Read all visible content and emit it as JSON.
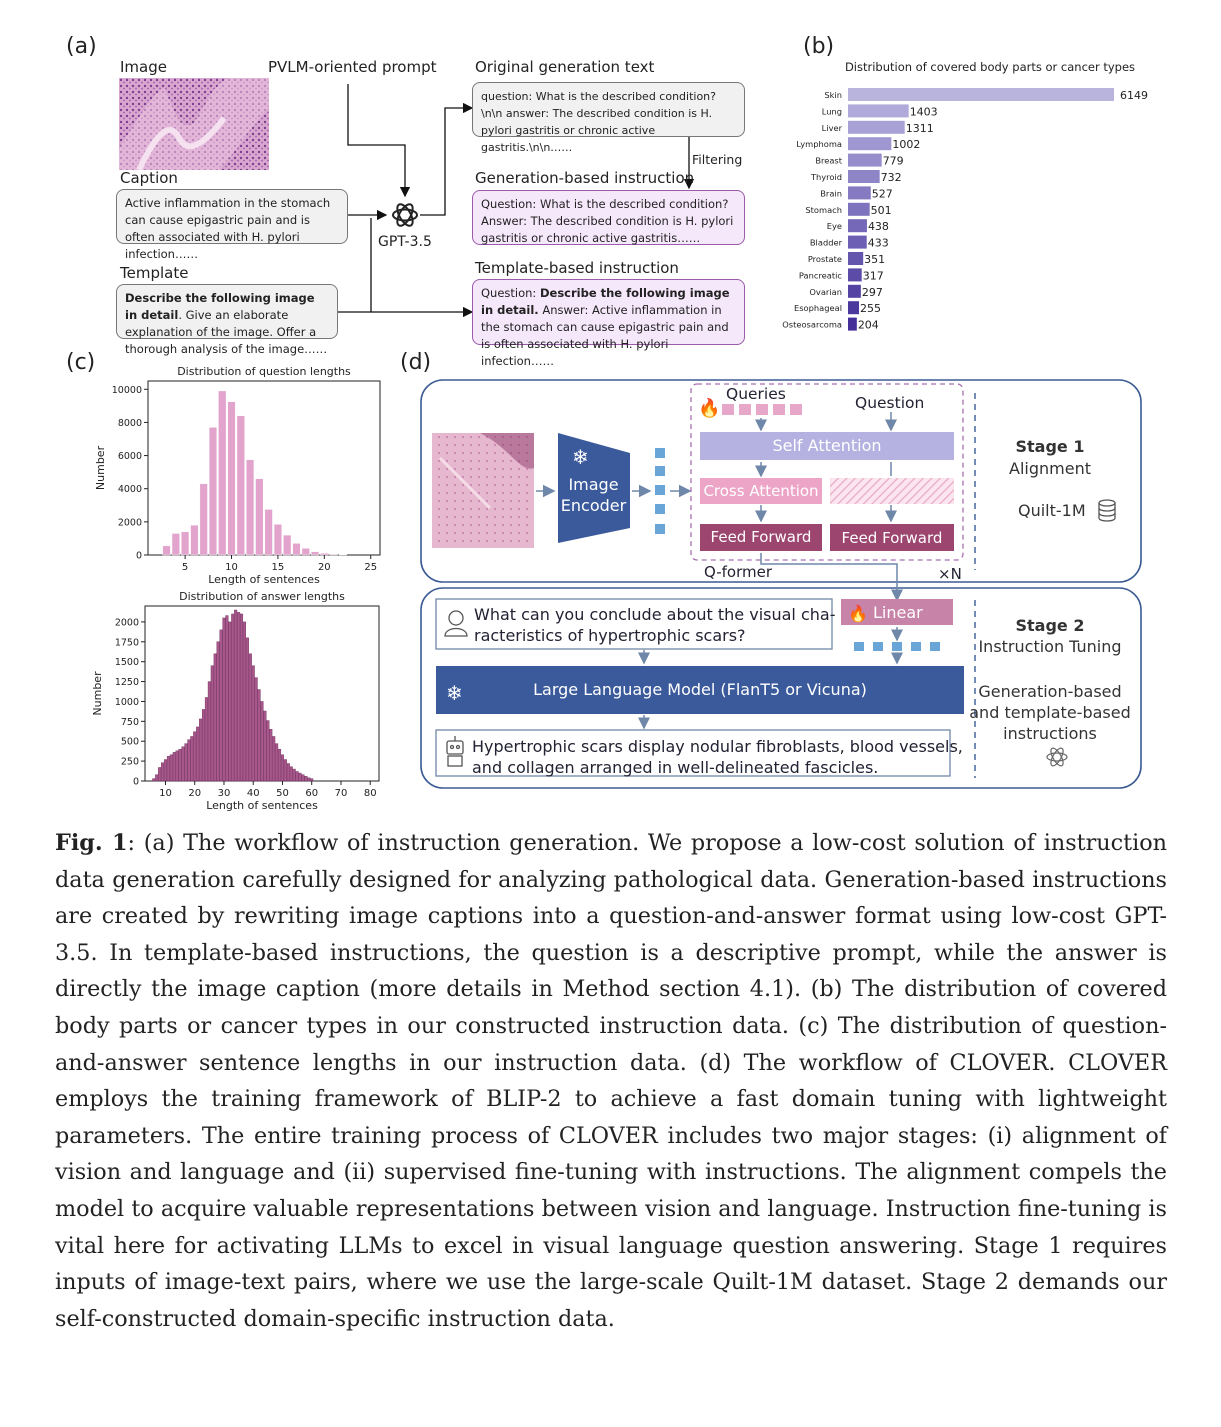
{
  "panel_a": {
    "label": "(a)",
    "image_heading": "Image",
    "prompt_heading": "PVLM-oriented prompt",
    "caption_heading": "Caption",
    "caption_text": "Active inflammation in the stomach can cause epigastric pain and is often associated with H. pylori infection……",
    "gpt_label": "GPT-3.5",
    "template_heading": "Template",
    "template_bold": "Describe the following image in detail",
    "template_rest": ". Give an elaborate explanation of the image. Offer a thorough analysis of the image……",
    "orig_heading": "Original generation text",
    "orig_text": "question: What is the described condition? \\n\\n answer: The described condition is H. pylori gastritis or chronic active gastritis.\\n\\n……",
    "filtering_label": "Filtering",
    "gen_heading": "Generation-based instruction",
    "gen_text": "Question: What is the described condition? Answer: The described condition is H. pylori gastritis or chronic active gastritis……",
    "tmpl_instr_heading": "Template-based instruction",
    "tmpl_instr_q_prefix": "Question: ",
    "tmpl_instr_q_bold": "Describe the following image in detail.",
    "tmpl_instr_answer": "Answer: Active inflammation in the stomach can cause epigastric pain and is often associated with H. pylori infection……"
  },
  "panel_b_label": "(b)",
  "panel_c_label": "(c)",
  "panel_d": {
    "label": "(d)",
    "queries": "Queries",
    "question": "Question",
    "self_attention": "Self Attention",
    "cross_attention": "Cross Attention",
    "feed_forward_1": "Feed Forward",
    "feed_forward_2": "Feed Forward",
    "image_encoder_1": "Image",
    "image_encoder_2": "Encoder",
    "qformer": "Q-former",
    "times_n": "×N",
    "stage1_title": "Stage 1",
    "stage1_sub": "Alignment",
    "stage1_data": "Quilt-1M",
    "linear": "Linear",
    "stage2_title": "Stage 2",
    "stage2_sub": "Instruction Tuning",
    "stage2_data_1": "Generation-based",
    "stage2_data_2": "and template-based",
    "stage2_data_3": "instructions",
    "user_q_1": "What can you conclude about the visual cha-",
    "user_q_2": "racteristics of hypertrophic scars?",
    "llm": "Large Language Model (FlanT5 or Vicuna)",
    "answer_1": "Hypertrophic scars display nodular fibroblasts, blood vessels,",
    "answer_2": "and collagen arranged in well-delineated fascicles."
  },
  "chart_data": [
    {
      "type": "bar",
      "orientation": "horizontal",
      "title": "Distribution of covered body parts or cancer types",
      "categories": [
        "Skin",
        "Lung",
        "Liver",
        "Lymphoma",
        "Breast",
        "Thyroid",
        "Brain",
        "Stomach",
        "Eye",
        "Bladder",
        "Prostate",
        "Pancreatic",
        "Ovarian",
        "Esophageal",
        "Osteosarcoma"
      ],
      "values": [
        6149,
        1403,
        1311,
        1002,
        779,
        732,
        527,
        501,
        438,
        433,
        351,
        317,
        297,
        255,
        204
      ],
      "colors": [
        "#b9b4de",
        "#b0aadb",
        "#a8a1d6",
        "#9f97d1",
        "#968ecc",
        "#8e85c7",
        "#867bc2",
        "#7d72bd",
        "#7568b8",
        "#6d5fb3",
        "#6456ad",
        "#5c4ca8",
        "#5443a3",
        "#4c399e",
        "#442f99"
      ]
    },
    {
      "type": "bar",
      "title": "Distribution of question lengths",
      "xlabel": "Length of sentences",
      "ylabel": "Number",
      "xlim": [
        1,
        26
      ],
      "ylim": [
        0,
        10500
      ],
      "xticks": [
        5,
        10,
        15,
        20,
        25
      ],
      "yticks": [
        0,
        2000,
        4000,
        6000,
        8000,
        10000
      ],
      "x": [
        3,
        4,
        5,
        6,
        7,
        8,
        9,
        10,
        11,
        12,
        13,
        14,
        15,
        16,
        17,
        18,
        19,
        20,
        21,
        22
      ],
      "values": [
        550,
        1300,
        1400,
        1800,
        4300,
        7700,
        9900,
        9250,
        8400,
        5750,
        4600,
        2750,
        1850,
        1200,
        700,
        400,
        200,
        100,
        50,
        20
      ],
      "color": "#e2a3cc"
    },
    {
      "type": "bar",
      "title": "Distribution of answer lengths",
      "xlabel": "Length of sentences",
      "ylabel": "Number",
      "xlim": [
        3,
        83
      ],
      "ylim": [
        0,
        2200
      ],
      "xticks": [
        10,
        20,
        30,
        40,
        50,
        60,
        70,
        80
      ],
      "yticks": [
        0,
        250,
        500,
        750,
        1000,
        1250,
        1500,
        1750,
        2000
      ],
      "x_start": 6,
      "values": [
        30,
        80,
        170,
        230,
        270,
        310,
        330,
        360,
        380,
        400,
        430,
        470,
        520,
        560,
        620,
        680,
        780,
        900,
        1050,
        1250,
        1450,
        1600,
        1750,
        1900,
        2050,
        2080,
        2000,
        2100,
        2150,
        2120,
        2100,
        2000,
        1800,
        1600,
        1450,
        1300,
        1150,
        1000,
        880,
        760,
        650,
        560,
        470,
        400,
        330,
        270,
        220,
        180,
        150,
        120,
        100,
        80,
        60,
        40,
        30
      ],
      "color": "#a8578c"
    }
  ],
  "figure_caption": {
    "label": "Fig. 1",
    "text": ": (a) The workflow of instruction generation. We propose a low-cost solution of instruction data generation carefully designed for analyzing pathological data. Generation-based instructions are created by rewriting image captions into a question-and-answer format using low-cost GPT-3.5. In template-based instructions, the question is a descriptive prompt, while the answer is directly the image caption (more details in Method section 4.1). (b) The distribution of covered body parts or cancer types in our constructed instruction data. (c) The distribution of question-and-answer sentence lengths in our instruction data. (d) The workflow of CLOVER. CLOVER employs the training framework of BLIP-2 to achieve a fast domain tuning with lightweight parameters. The entire training process of CLOVER includes two major stages: (i) alignment of vision and language and (ii) supervised fine-tuning with instructions. The alignment compels the model to acquire valuable representations between vision and language. Instruction fine-tuning is vital here for activating LLMs to excel in visual language question answering. Stage 1 requires inputs of image-text pairs, where we use the large-scale Quilt-1M dataset. Stage 2 demands our self-constructed domain-specific instruction data."
  }
}
